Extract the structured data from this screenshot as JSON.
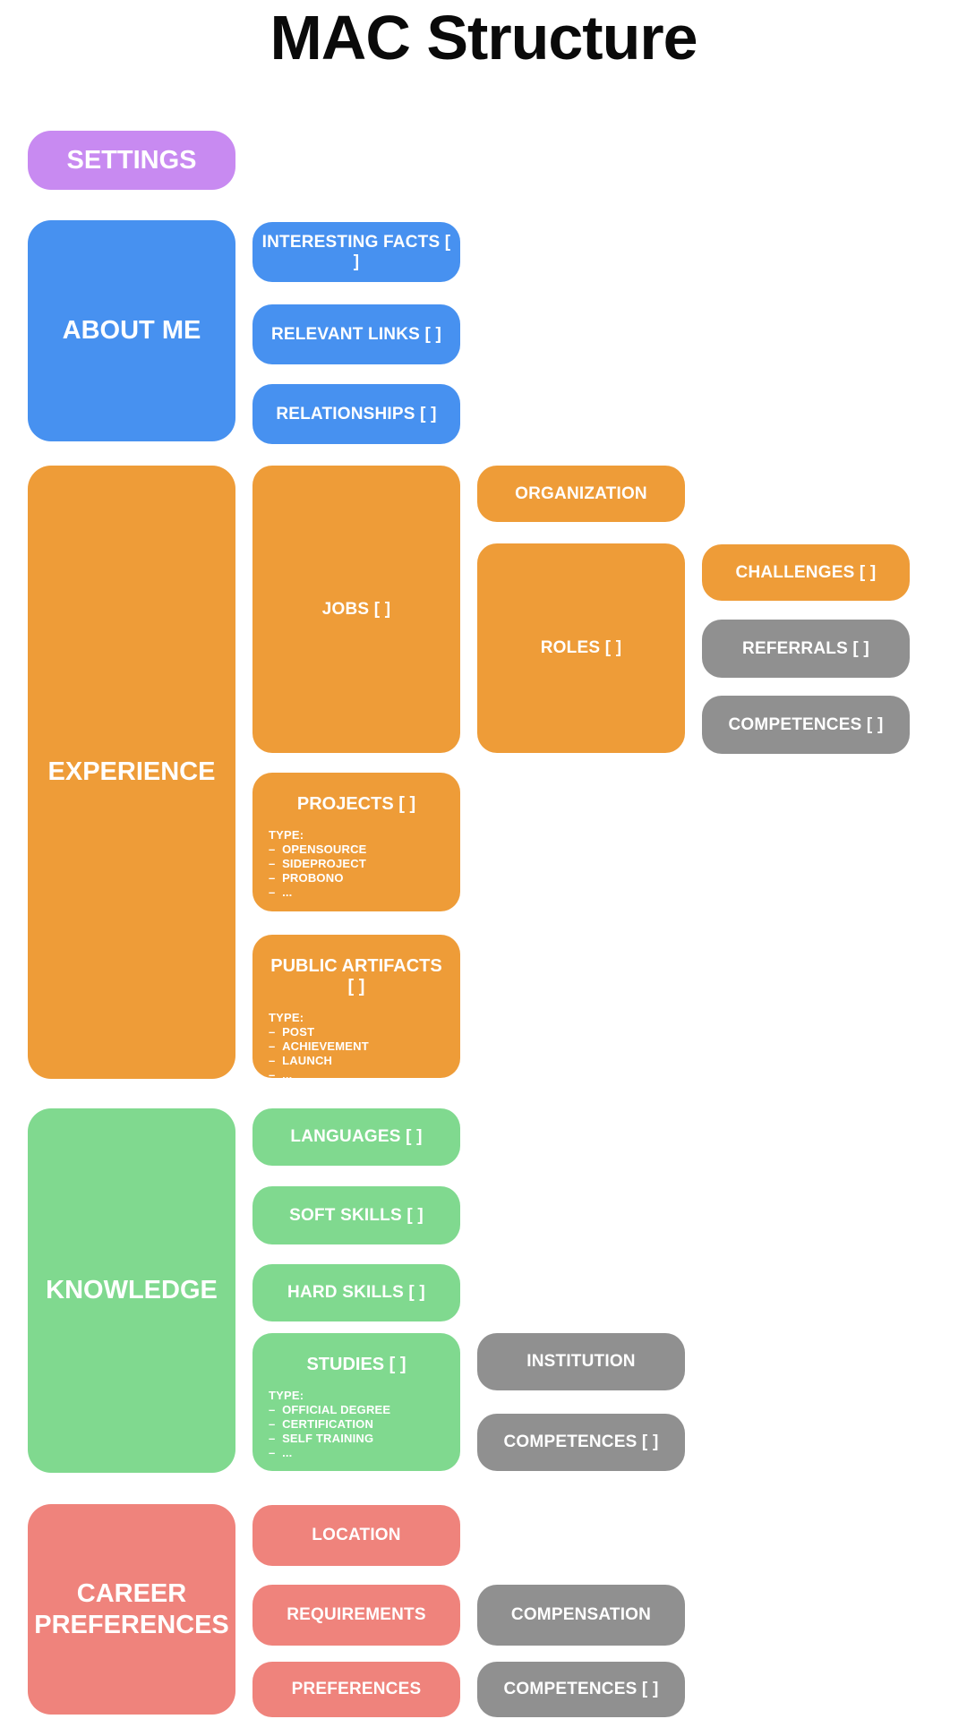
{
  "title": "MAC Structure",
  "colors": {
    "purple": "#C88AF1",
    "blue": "#4791F0",
    "orange": "#EE9C38",
    "green": "#80D98F",
    "salmon": "#EF837C",
    "gray": "#909090"
  },
  "settings": {
    "label": "SETTINGS"
  },
  "about_me": {
    "label": "ABOUT ME",
    "interesting_facts": "INTERESTING FACTS [ ]",
    "relevant_links": "RELEVANT LINKS [ ]",
    "relationships": "RELATIONSHIPS [ ]"
  },
  "experience": {
    "label": "EXPERIENCE",
    "jobs": {
      "label": "JOBS [ ]",
      "organization": "ORGANIZATION",
      "roles": {
        "label": "ROLES [ ]",
        "challenges": "CHALLENGES [ ]",
        "referrals": "REFERRALS [ ]",
        "competences": "COMPETENCES [ ]"
      }
    },
    "projects": {
      "label": "PROJECTS [ ]",
      "type_label": "TYPE:",
      "types": [
        "OPENSOURCE",
        "SIDEPROJECT",
        "PROBONO",
        "..."
      ]
    },
    "public_artifacts": {
      "label": "PUBLIC ARTIFACTS [ ]",
      "type_label": "TYPE:",
      "types": [
        "POST",
        "ACHIEVEMENT",
        "LAUNCH",
        "..."
      ]
    }
  },
  "knowledge": {
    "label": "KNOWLEDGE",
    "languages": "LANGUAGES [ ]",
    "soft_skills": "SOFT SKILLS [ ]",
    "hard_skills": "HARD SKILLS [ ]",
    "studies": {
      "label": "STUDIES [ ]",
      "type_label": "TYPE:",
      "types": [
        "OFFICIAL DEGREE",
        "CERTIFICATION",
        "SELF TRAINING",
        "..."
      ],
      "institution": "INSTITUTION",
      "competences": "COMPETENCES [ ]"
    }
  },
  "career_preferences": {
    "label": "CAREER PREFERENCES",
    "location": "LOCATION",
    "requirements": "REQUIREMENTS",
    "preferences": "PREFERENCES",
    "compensation": "COMPENSATION",
    "competences": "COMPETENCES [ ]"
  }
}
